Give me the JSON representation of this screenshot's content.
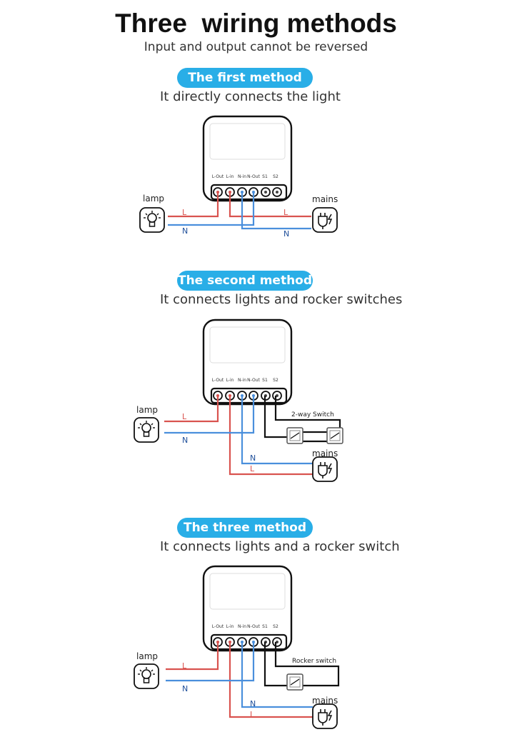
{
  "header": {
    "title": "Three  wiring methods",
    "subtitle": "Input and output cannot be reversed"
  },
  "terminal_labels": [
    "L-Out",
    "L-in",
    "N-in",
    "N-Out",
    "S1",
    "S2"
  ],
  "colors": {
    "live": "#d9534f",
    "neutral": "#4a8fdc",
    "switch": "#111111",
    "pill": "#29aee7"
  },
  "methods": [
    {
      "pill": "The first method",
      "description": "It directly connects the light",
      "lamp_label": "lamp",
      "mains_label": "mains",
      "lamp_icon": "bulb-icon",
      "mains_icon": "plug-icon",
      "wire_labels": {
        "lamp_live": "L",
        "lamp_neutral": "N",
        "mains_live": "L",
        "mains_neutral": "N"
      }
    },
    {
      "pill": "The second method",
      "description": "It connects lights and rocker switches",
      "lamp_label": "lamp",
      "mains_label": "mains",
      "switch_label": "2-way Switch",
      "lamp_icon": "bulb-icon",
      "mains_icon": "plug-icon",
      "wire_labels": {
        "lamp_live": "L",
        "lamp_neutral": "N",
        "mains_neutral": "N",
        "mains_live": "L"
      }
    },
    {
      "pill": "The three method",
      "description": "It connects lights and a rocker switch",
      "lamp_label": "lamp",
      "mains_label": "mains",
      "switch_label": "Rocker switch",
      "lamp_icon": "bulb-icon",
      "mains_icon": "plug-icon",
      "wire_labels": {
        "lamp_live": "L",
        "lamp_neutral": "N",
        "mains_neutral": "N",
        "mains_live": "L"
      }
    }
  ]
}
